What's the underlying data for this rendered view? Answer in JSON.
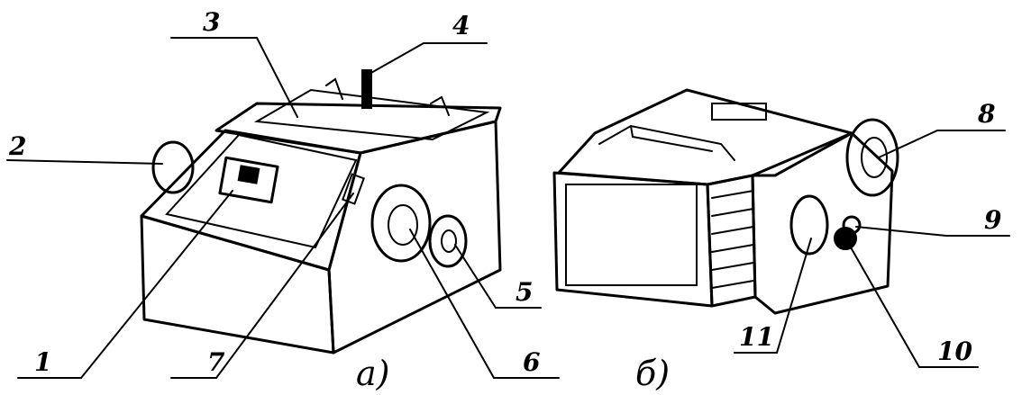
{
  "labels": {
    "l1": "1",
    "l2": "2",
    "l3": "3",
    "l4": "4",
    "l5": "5",
    "l6": "6",
    "l7": "7",
    "l8": "8",
    "l9": "9",
    "l10": "10",
    "l11": "11"
  },
  "captions": {
    "a": "a)",
    "b": "б)"
  }
}
